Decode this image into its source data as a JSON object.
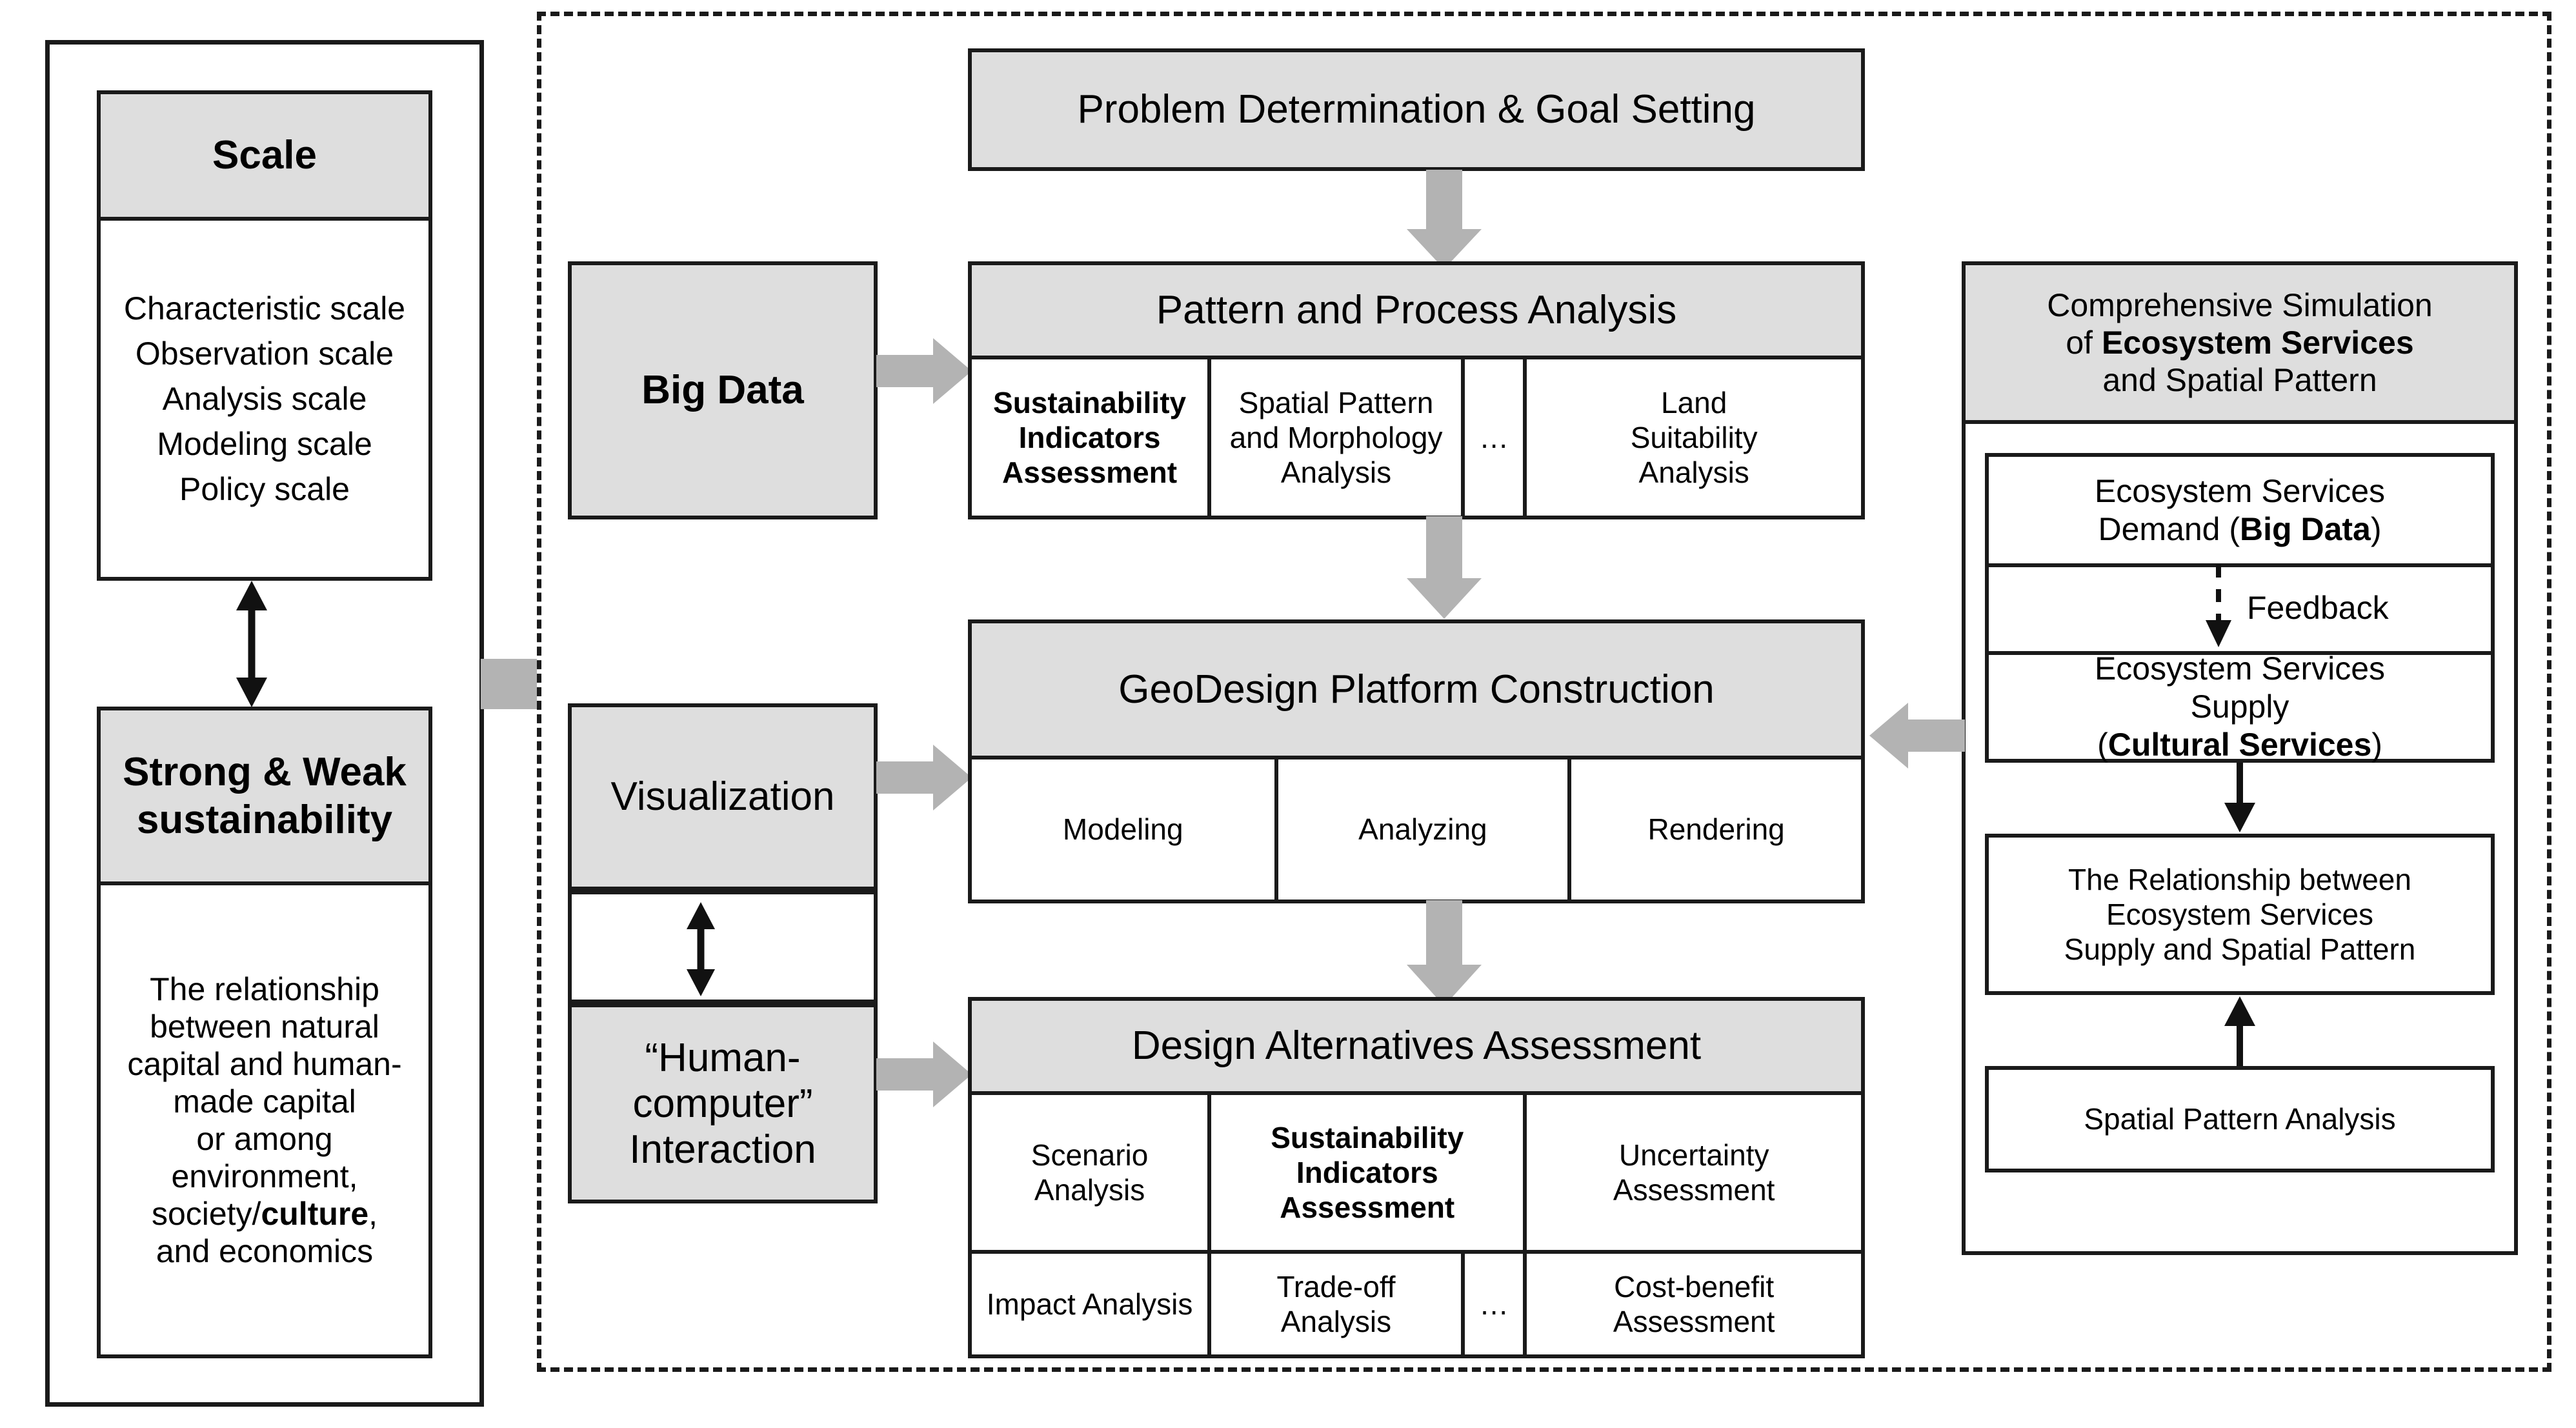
{
  "left_panel": {
    "scale_card": {
      "title": "Scale",
      "items": [
        "Characteristic scale",
        "Observation scale",
        "Analysis scale",
        "Modeling scale",
        "Policy scale"
      ]
    },
    "sustainability_card": {
      "title": "Strong & Weak sustainability",
      "title_line1": "Strong & Weak",
      "title_line2": "sustainability",
      "body_lines": [
        "The relationship",
        "between natural",
        "capital and human-",
        "made capital",
        "or among",
        "environment,",
        "society/culture,",
        "and economics"
      ],
      "body_bold_word": "culture"
    }
  },
  "inputs_column": {
    "big_data": "Big Data",
    "visualization": "Visualization",
    "hci_line1": "“Human-",
    "hci_line2": "computer”",
    "hci_line3": "Interaction"
  },
  "workflow": {
    "problem": {
      "title": "Problem Determination & Goal Setting"
    },
    "pattern_process": {
      "title": "Pattern and Process Analysis",
      "cells": [
        {
          "text_lines": [
            "Sustainability",
            "Indicators",
            "Assessment"
          ],
          "bold": true
        },
        {
          "text_lines": [
            "Spatial Pattern",
            "and Morphology",
            "Analysis"
          ],
          "bold": false
        },
        {
          "text_lines": [
            "…"
          ],
          "bold": false
        },
        {
          "text_lines": [
            "Land",
            "Suitability",
            "Analysis"
          ],
          "bold": false
        }
      ]
    },
    "geodesign": {
      "title": "GeoDesign Platform Construction",
      "cells": [
        "Modeling",
        "Analyzing",
        "Rendering"
      ]
    },
    "design_alternatives": {
      "title": "Design Alternatives Assessment",
      "row1": [
        {
          "text_lines": [
            "Scenario",
            "Analysis"
          ],
          "bold": false
        },
        {
          "text_lines": [
            "Sustainability",
            "Indicators",
            "Assessment"
          ],
          "bold": true
        },
        {
          "text_lines": [
            "Uncertainty",
            "Assessment"
          ],
          "bold": false
        }
      ],
      "row2": [
        {
          "text_lines": [
            "Impact Analysis"
          ],
          "bold": false
        },
        {
          "text_lines": [
            "Trade-off",
            "Analysis"
          ],
          "bold": false
        },
        {
          "text_lines": [
            "…"
          ],
          "bold": false
        },
        {
          "text_lines": [
            "Cost-benefit",
            "Assessment"
          ],
          "bold": false
        }
      ]
    }
  },
  "right_panel": {
    "title_line1": "Comprehensive Simulation",
    "title_line2_plain": "of ",
    "title_line2_bold": "Ecosystem Services",
    "title_line3": "and Spatial Pattern",
    "demand": {
      "line1": "Ecosystem Services",
      "line2_plain_a": "Demand (",
      "line2_bold": "Big Data",
      "line2_plain_b": ")"
    },
    "feedback_label": "Feedback",
    "supply": {
      "line1": "Ecosystem Services",
      "line2": "Supply",
      "line3_plain_a": "(",
      "line3_bold": "Cultural Services",
      "line3_plain_b": ")"
    },
    "relationship_lines": [
      "The Relationship between",
      "Ecosystem Services",
      "Supply and Spatial Pattern"
    ],
    "spatial_pattern_analysis": "Spatial Pattern Analysis"
  },
  "colors": {
    "header_fill": "#dedede",
    "stroke": "#1a1a1a",
    "arrow_gray": "#b3b3b3",
    "page_bg": "#ffffff"
  }
}
